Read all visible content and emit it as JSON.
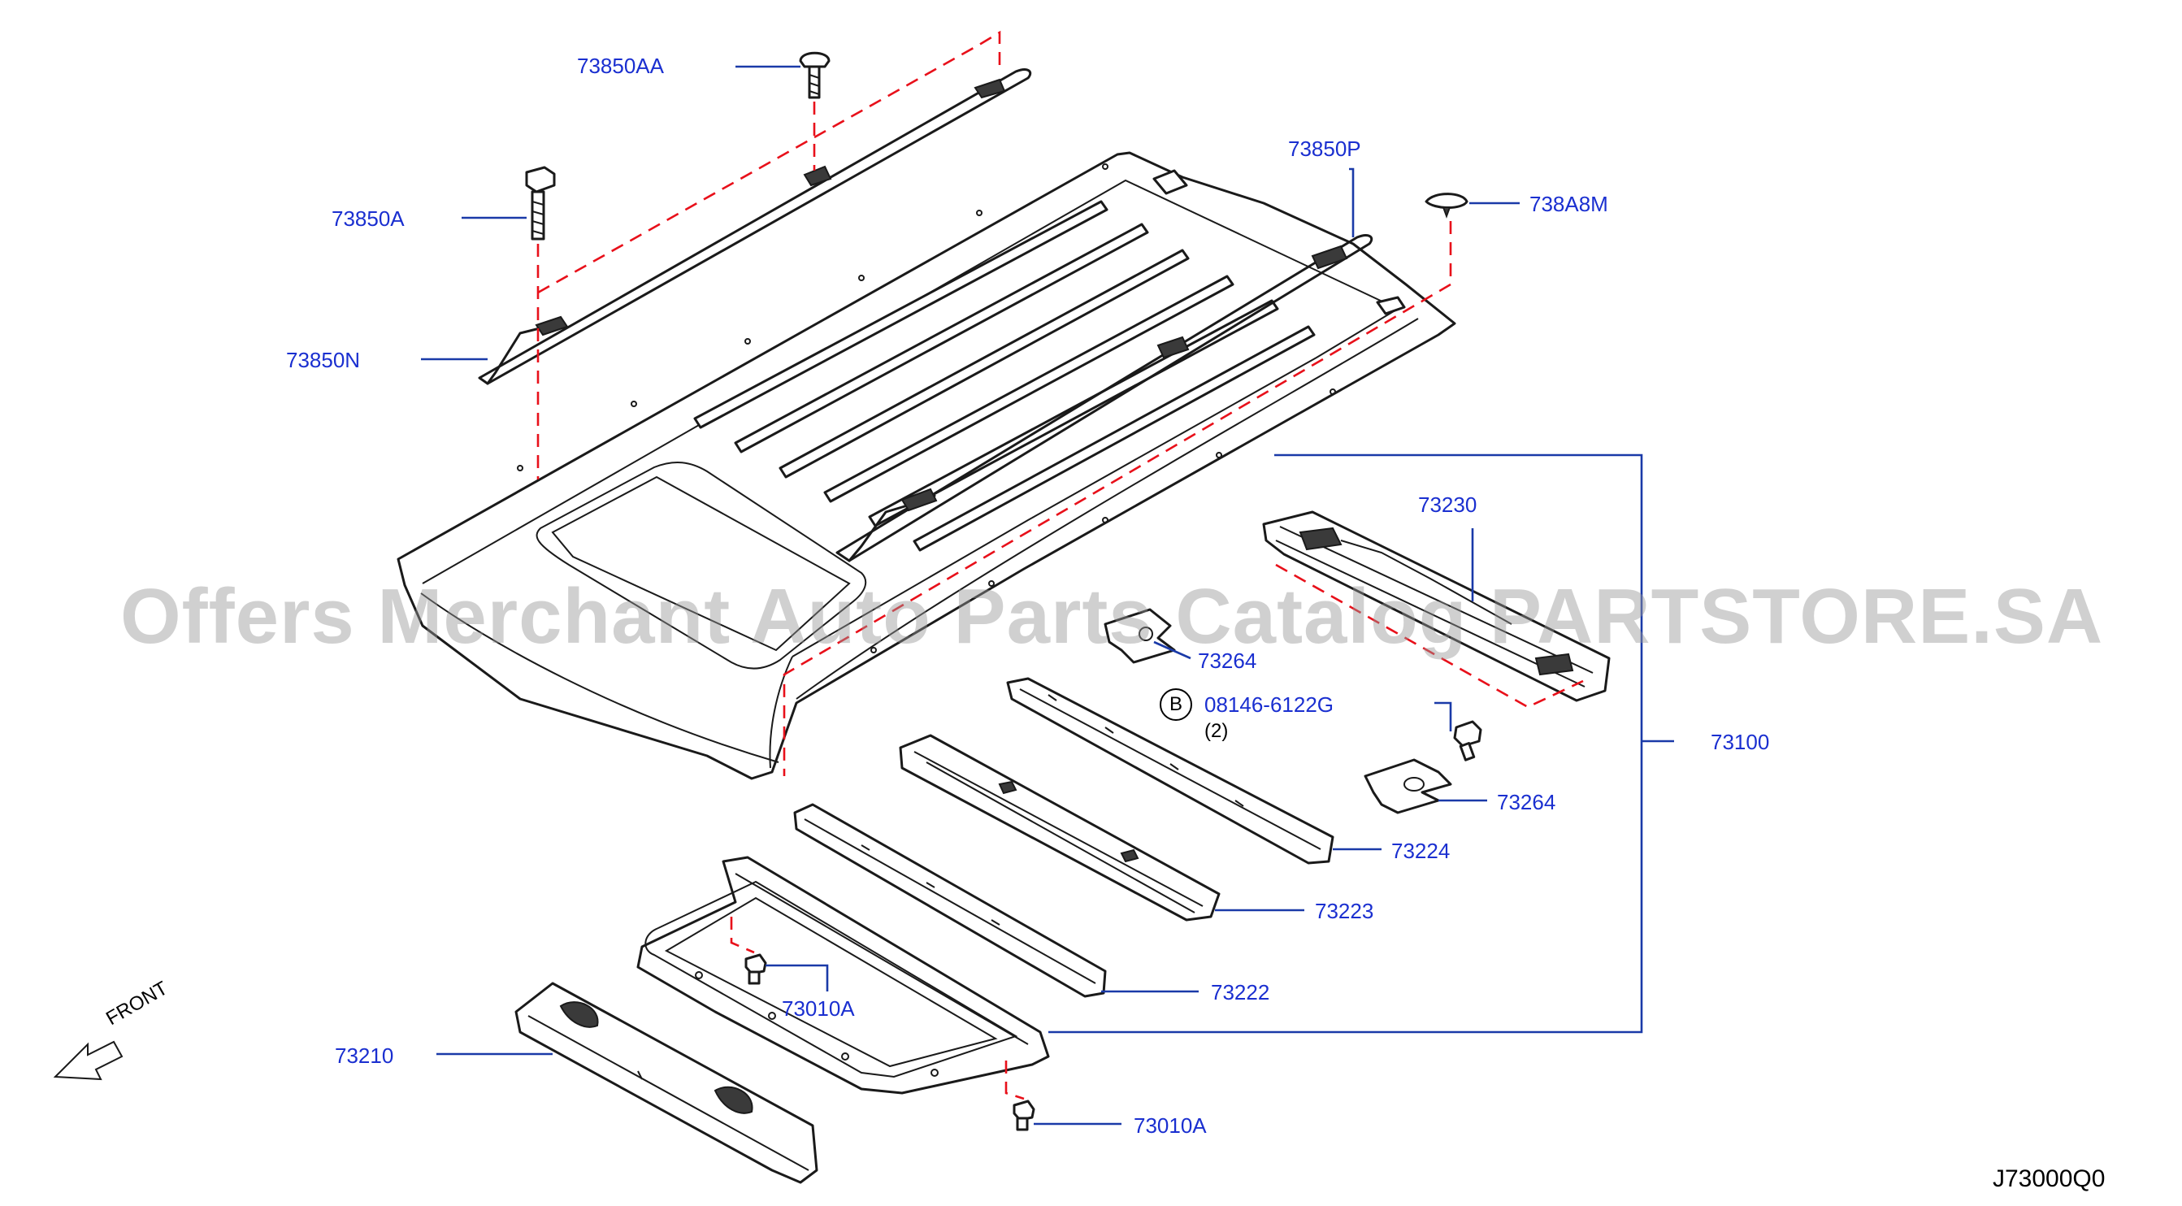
{
  "labels": {
    "p73850AA": "73850AA",
    "p73850A": "73850A",
    "p73850N": "73850N",
    "p73850P": "73850P",
    "p738A8M": "738A8M",
    "p73230": "73230",
    "p73264a": "73264",
    "p08146": "08146-6122G",
    "p08146_qty": "(2)",
    "p73100": "73100",
    "p73264b": "73264",
    "p73224": "73224",
    "p73223": "73223",
    "p73222": "73222",
    "p73010A_a": "73010A",
    "p73210": "73210",
    "p73010A_b": "73010A"
  },
  "bolt_marker": "B",
  "front_label": "FRONT",
  "diagram_code": "J73000Q0",
  "watermark": "Offers Merchant Auto Parts Catalog PARTSTORE.SA",
  "colors": {
    "label": "#1a2fd0",
    "leader": "#1a3aa8",
    "dashed": "#e8101a",
    "part": "#1a1a1a"
  }
}
